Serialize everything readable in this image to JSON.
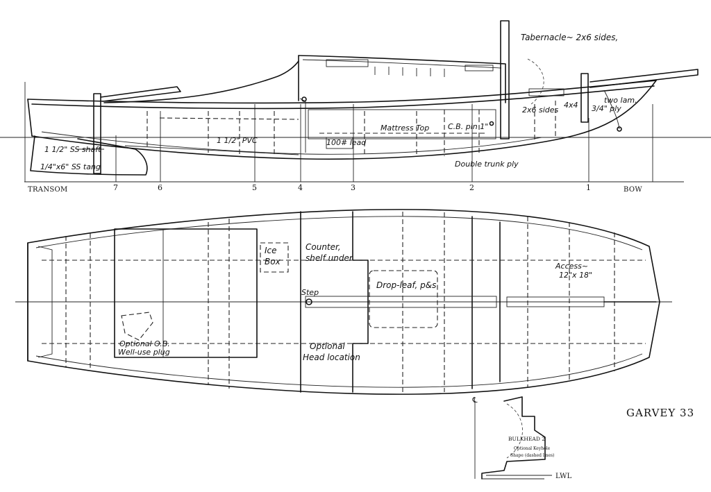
{
  "title": "GARVEY 33",
  "profile_labels": {
    "tabernacle": "Tabernacle~ 2x6 sides,",
    "sides_2x6": "2x6 sides",
    "four_by_four": "4x4",
    "two_lam": "two lam.",
    "ply": "3/4\" ply",
    "cb_pin": "C.B. pin 1\"",
    "mattress": "Mattress Top",
    "lead": "100# lead",
    "double_trunk": "Double trunk ply",
    "pvc": "1 1/2\" PVC",
    "ss_shaft": "1 1/2\" SS shaft",
    "ss_tang": "1/4\"x6\" SS tang"
  },
  "stations": {
    "transom": "TRANSOM",
    "bow": "BOW",
    "numbers": [
      "7",
      "6",
      "5",
      "4",
      "3",
      "2",
      "1"
    ]
  },
  "plan_labels": {
    "ice_box_1": "Ice",
    "ice_box_2": "Box",
    "counter_1": "Counter,",
    "counter_2": "shelf under",
    "step": "Step",
    "drop_leaf": "Drop-leaf, p&s",
    "access_1": "Access~",
    "access_2": "12\"x 18\"",
    "od_1": "Optional O.B.",
    "od_2": "Well-use plug",
    "head_1": "Optional",
    "head_2": "Head location"
  },
  "bulkhead": {
    "label": "BULKHEAD 2",
    "note_1": "Optional Keyhole",
    "note_2": "Shape (dashed lines)",
    "lwl": "LWL",
    "centerline": "℄"
  }
}
